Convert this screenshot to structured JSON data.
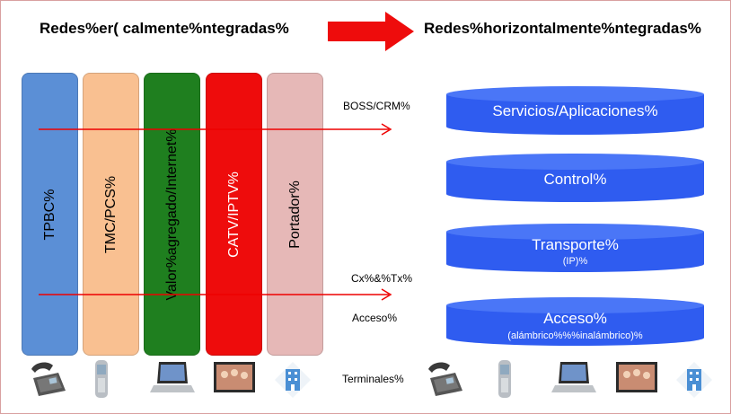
{
  "titles": {
    "left": "Redes%er( calmente%ntegradas%",
    "right": "Redes%horizontalmente%ntegradas%"
  },
  "columns": [
    {
      "label": "TPBC%",
      "color": "#5b8fd6"
    },
    {
      "label": "TMC/PCS%",
      "color": "#f9c091"
    },
    {
      "label": "Valor%agregado/Internet%",
      "color": "#1f7f1f"
    },
    {
      "label": "CATV/IPTV%",
      "color": "#ee0c0c"
    },
    {
      "label": "Portador%",
      "color": "#e6b8b7"
    }
  ],
  "mid_labels": {
    "boss": "BOSS/CRM%",
    "cx": "Cx%&%Tx%",
    "acceso": "Acceso%",
    "terminales": "Terminales%"
  },
  "layers": [
    {
      "main": "Servicios/Aplicaciones%",
      "sub": ""
    },
    {
      "main": "Control%",
      "sub": ""
    },
    {
      "main": "Transporte%",
      "sub": "(IP)%"
    },
    {
      "main": "Acceso%",
      "sub": "(alámbrico%%%inalámbrico)%"
    }
  ],
  "colors": {
    "arrow": "#ee0000",
    "layer_fill": "#2f5cf0",
    "layer_top": "#4a76f7"
  },
  "icons": {
    "left": [
      "desk-phone-icon",
      "mobile-phone-icon",
      "laptop-icon",
      "tv-icon",
      "building-icon"
    ],
    "right": [
      "desk-phone-icon",
      "mobile-phone-icon",
      "laptop-icon",
      "tv-icon",
      "building-icon"
    ]
  }
}
